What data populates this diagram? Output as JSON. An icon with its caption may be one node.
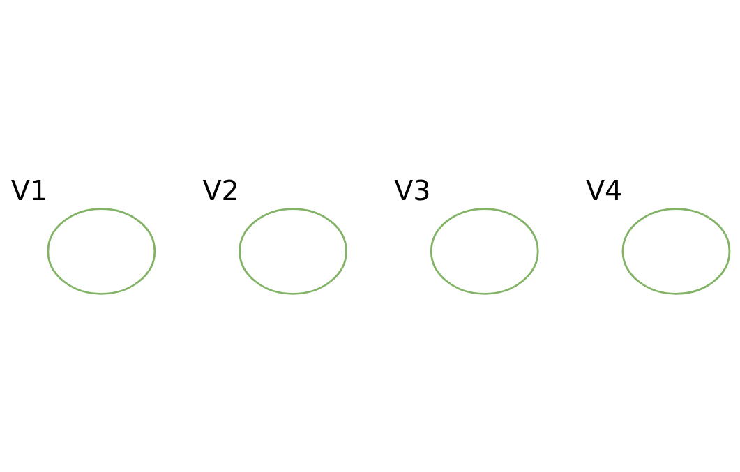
{
  "diagram": {
    "nodes": [
      {
        "text": [],
        "shape": "circle",
        "beside": [
          "V1"
        ]
      },
      {
        "text": [],
        "shape": "circle",
        "beside": [
          "V2"
        ]
      },
      {
        "text": [],
        "shape": "circle",
        "beside": [
          "V3"
        ]
      },
      {
        "text": [],
        "shape": "circle",
        "beside": [
          "V4"
        ]
      }
    ]
  }
}
